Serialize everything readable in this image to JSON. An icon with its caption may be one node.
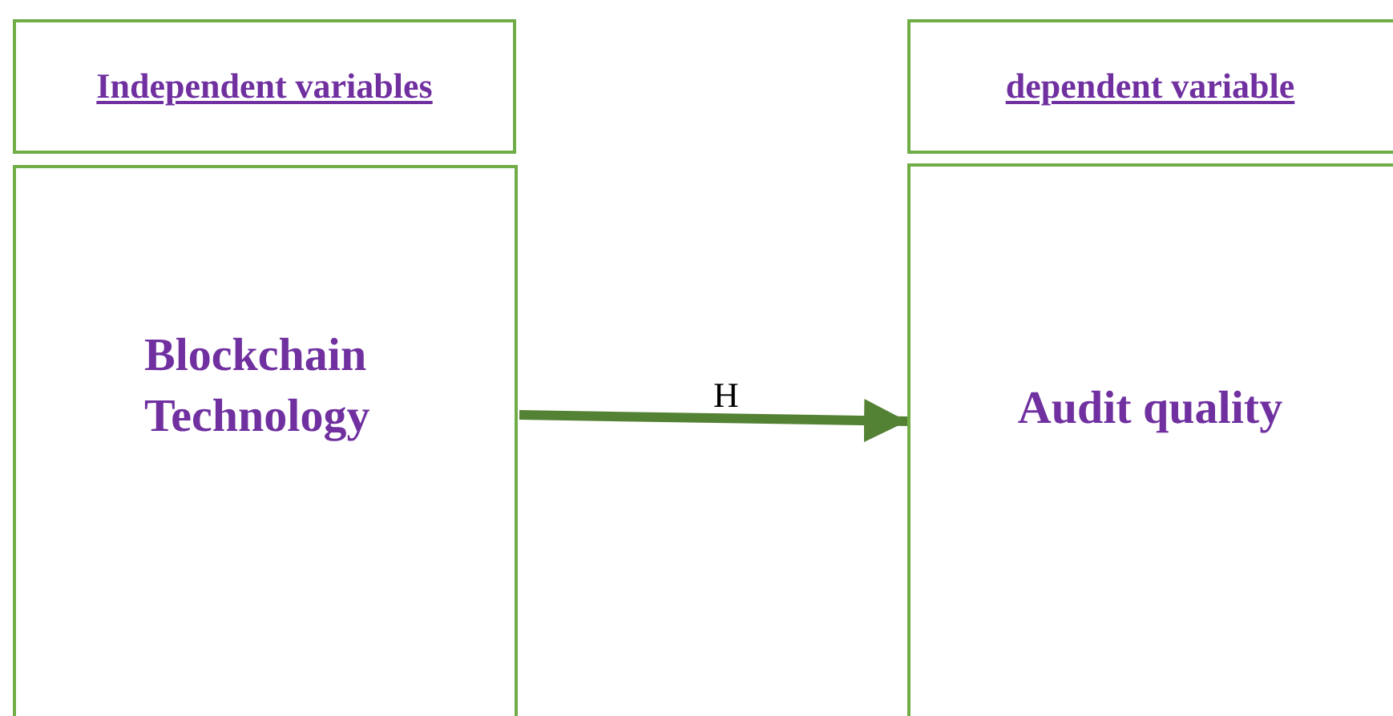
{
  "diagram": {
    "nodes": [
      {
        "text": [
          "Independent variables"
        ]
      },
      {
        "text": [
          "Blockchain Technology"
        ]
      },
      {
        "text": [
          "dependent variable"
        ]
      },
      {
        "text": [
          "Audit quality"
        ]
      }
    ],
    "edges": [
      {
        "from": 1,
        "to": 3,
        "arrow": "to",
        "label": "H"
      }
    ]
  }
}
